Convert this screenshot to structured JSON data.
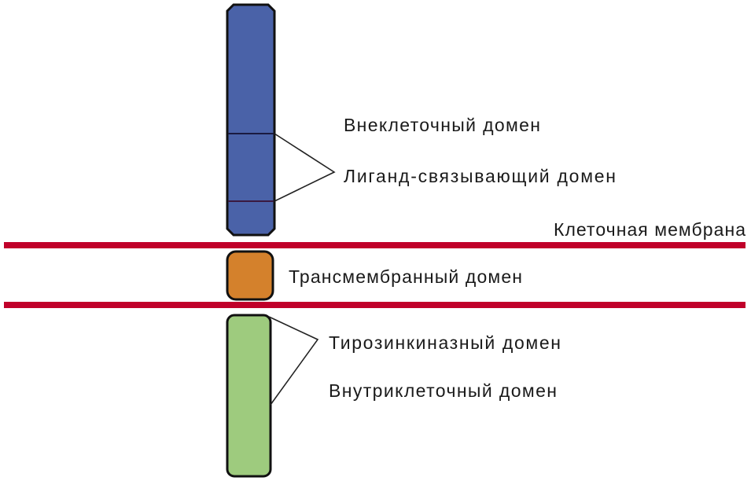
{
  "labels": {
    "extracellular": "Внеклеточный домен",
    "ligand_binding": "Лиганд-связывающий домен",
    "membrane": "Клеточная мембрана",
    "transmembrane": "Трансмембранный домен",
    "tyrosine_kinase": "Тирозинкиназный домен",
    "intracellular": "Внутриклеточный домен"
  },
  "colors": {
    "extracellular": "#4a62a8",
    "transmembrane": "#d4812c",
    "intracellular": "#9ecb7e",
    "membrane": "#c0002a"
  }
}
